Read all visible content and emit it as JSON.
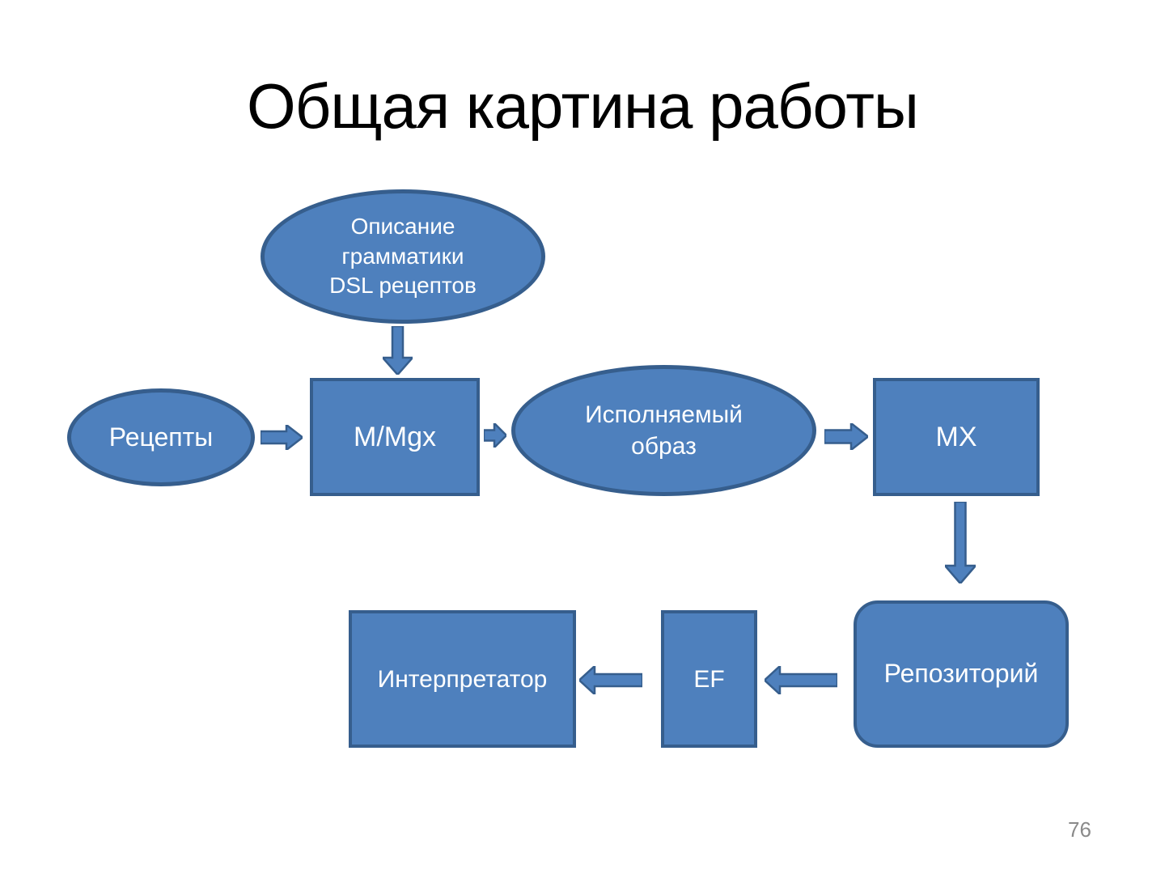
{
  "slide": {
    "title": "Общая картина работы",
    "page_number": "76"
  },
  "colors": {
    "shape-fill": "#4e80bd",
    "shape-border": "#365e8d",
    "shape-text": "#ffffff",
    "title-text": "#000000",
    "page-number-text": "#8a8a8a",
    "background": "#ffffff"
  },
  "nodes": {
    "grammar": {
      "line1": "Описание",
      "line2": "грамматики",
      "line3": "DSL рецептов"
    },
    "recipes": {
      "label": "Рецепты"
    },
    "mmgx": {
      "label": "M/Mgx"
    },
    "executable_image": {
      "line1": "Исполняемый",
      "line2": "образ"
    },
    "mx": {
      "label": "MX"
    },
    "repository": {
      "label": "Репозиторий"
    },
    "ef": {
      "label": "EF"
    },
    "interpreter": {
      "label": "Интерпретатор"
    }
  },
  "edges": [
    {
      "from": "grammar",
      "to": "mmgx",
      "direction": "down"
    },
    {
      "from": "recipes",
      "to": "mmgx",
      "direction": "right"
    },
    {
      "from": "mmgx",
      "to": "executable_image",
      "direction": "right"
    },
    {
      "from": "executable_image",
      "to": "mx",
      "direction": "right"
    },
    {
      "from": "mx",
      "to": "repository",
      "direction": "down"
    },
    {
      "from": "repository",
      "to": "ef",
      "direction": "left"
    },
    {
      "from": "ef",
      "to": "interpreter",
      "direction": "left"
    }
  ]
}
